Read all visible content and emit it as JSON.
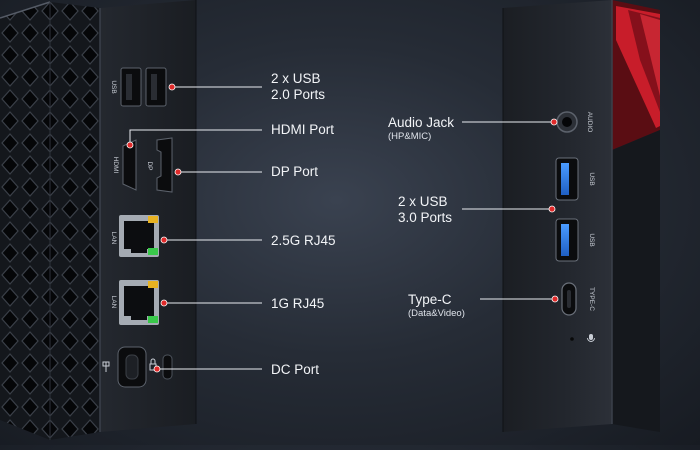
{
  "left_device": {
    "port_labels": {
      "usb": "USB",
      "hdmi": "HDMI",
      "dp": "DP",
      "lan1": "LAN",
      "lan2": "LAN"
    },
    "callouts": [
      {
        "line1": "2 x USB",
        "line2": "2.0 Ports"
      },
      {
        "line1": "HDMI Port",
        "line2": ""
      },
      {
        "line1": "DP Port",
        "line2": ""
      },
      {
        "line1": "2.5G RJ45",
        "line2": ""
      },
      {
        "line1": "1G RJ45",
        "line2": ""
      },
      {
        "line1": "DC Port",
        "line2": ""
      }
    ]
  },
  "right_device": {
    "port_labels": {
      "audio": "AUDIO",
      "usb_a": "USB",
      "usb_b": "USB",
      "typec": "TYPE-C"
    },
    "callouts": [
      {
        "line1": "Audio Jack",
        "sub": "(HP&MIC)"
      },
      {
        "line1": "2 x USB",
        "line2": "3.0 Ports"
      },
      {
        "line1": "Type-C",
        "sub": "(Data&Video)"
      }
    ]
  },
  "colors": {
    "background": "#262c36",
    "chassis": "#1c1f25",
    "usb3_blue": "#2f7fe6",
    "accent_red": "#d8222e",
    "callout_dot": "#e02a2a",
    "lan_led_green": "#39c84a",
    "lan_led_amber": "#e7b222"
  }
}
